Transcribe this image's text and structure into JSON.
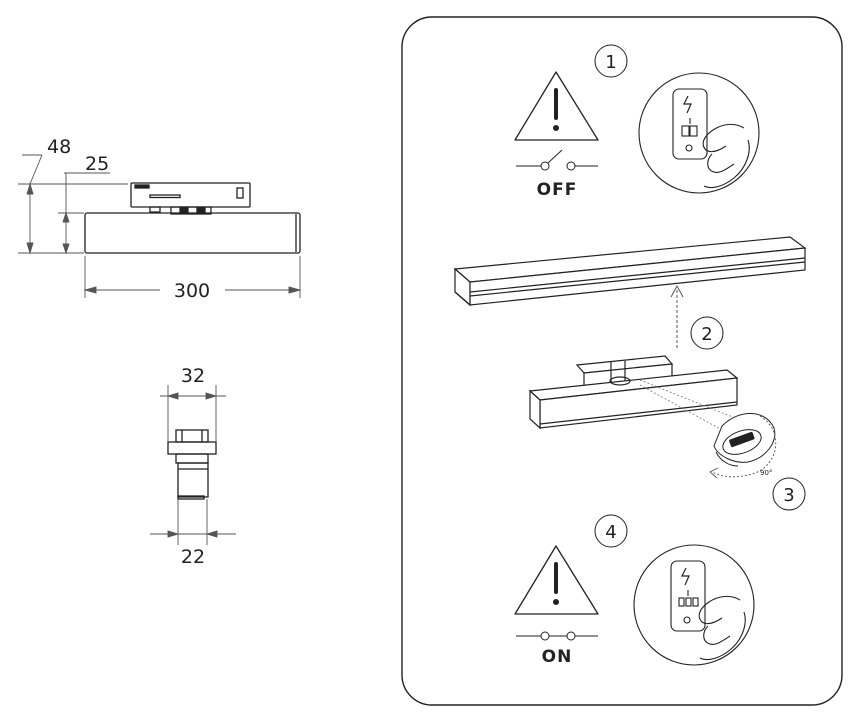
{
  "dimensions": {
    "height_total": "48",
    "height_body": "25",
    "length": "300",
    "width_adapter": "32",
    "width_body": "22"
  },
  "steps": [
    {
      "number": "1",
      "state_label": "OFF"
    },
    {
      "number": "2"
    },
    {
      "number": "3",
      "rotation_label": "90°"
    },
    {
      "number": "4",
      "state_label": "ON"
    }
  ],
  "icons": [
    "warning-triangle-icon",
    "switch-off-icon",
    "switch-on-icon",
    "hand-press-icon",
    "upward-arrow-icon",
    "rotation-arrow-icon"
  ],
  "colors": {
    "line": "#222222",
    "dimension_line": "#555555",
    "panel_border": "#222222"
  }
}
